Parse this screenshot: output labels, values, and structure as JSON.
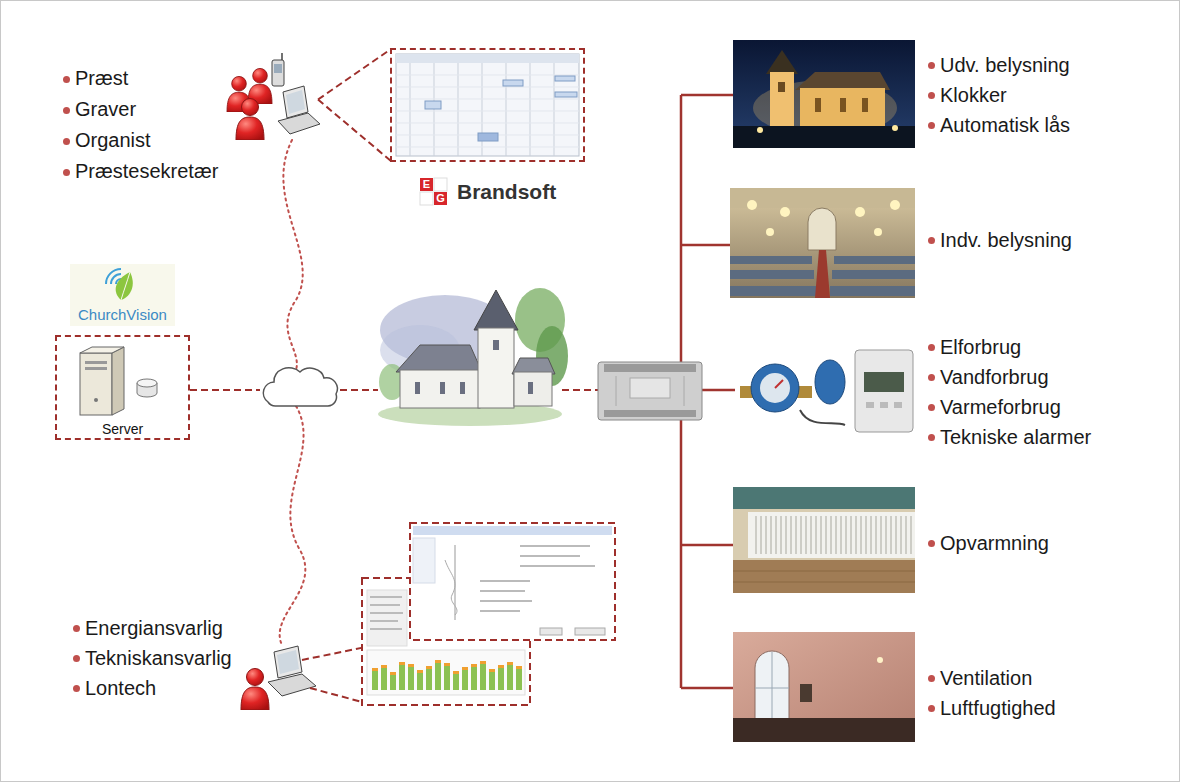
{
  "diagram": {
    "nodes": [
      {
        "text": [
          "Præst",
          "Graver",
          "Organist",
          "Præstesekretær"
        ]
      },
      {
        "text": [
          "Brandsoft"
        ]
      },
      {
        "text": [
          "ChurchVision",
          "Server"
        ]
      },
      {
        "text": [
          "Udv. belysning",
          "Klokker",
          "Automatisk lås"
        ]
      },
      {
        "text": [
          "Indv. belysning"
        ]
      },
      {
        "text": [
          "Elforbrug",
          "Vandforbrug",
          "Varmeforbrug",
          "Tekniske alarmer"
        ]
      },
      {
        "text": [
          "Opvarmning"
        ]
      },
      {
        "text": [
          "Ventilation",
          "Luftfugtighed"
        ]
      },
      {
        "text": [
          "Energiansvarlig",
          "Tekniskansvarlig",
          "Lontech"
        ]
      }
    ],
    "edges": [
      {
        "from": 0,
        "to": 1,
        "arrow": "none"
      }
    ],
    "labels": [
      "E",
      "G"
    ]
  }
}
